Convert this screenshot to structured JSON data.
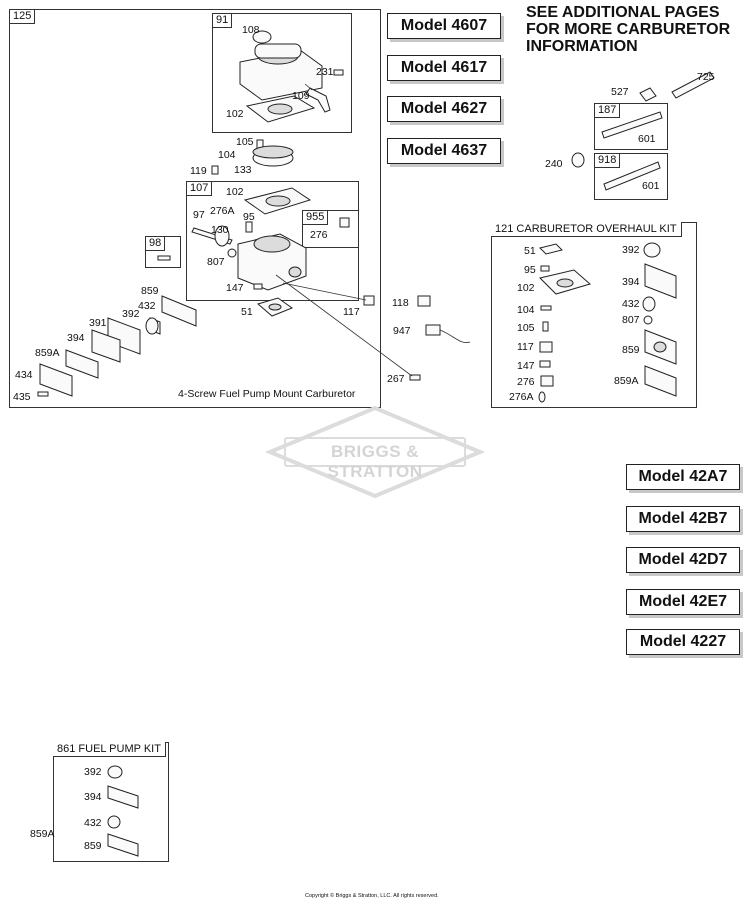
{
  "main_assembly": {
    "ref": "125",
    "caption": "4-Screw Fuel Pump Mount Carburetor",
    "sub_boxes": [
      {
        "ref": "91"
      },
      {
        "ref": "107"
      },
      {
        "ref": "955"
      },
      {
        "ref": "98"
      }
    ],
    "labels": {
      "p108": "108",
      "p231": "231",
      "p109": "109",
      "p102a": "102",
      "p105": "105",
      "p104": "104",
      "p133": "133",
      "p119": "119",
      "p102b": "102",
      "p97": "97",
      "p276A": "276A",
      "p95": "95",
      "p130": "130",
      "p276": "276",
      "p807": "807",
      "p147": "147",
      "p51": "51",
      "p117": "117",
      "p859": "859",
      "p432": "432",
      "p392": "392",
      "p391": "391",
      "p394": "394",
      "p859A": "859A",
      "p434": "434",
      "p435": "435",
      "p267": "267",
      "p118": "118",
      "p947": "947"
    }
  },
  "models_top": [
    "Model 4607",
    "Model 4617",
    "Model 4627",
    "Model 4637"
  ],
  "models_right": [
    "Model 42A7",
    "Model 42B7",
    "Model 42D7",
    "Model 42E7",
    "Model 4227"
  ],
  "notice": {
    "line1": "SEE ADDITIONAL PAGES",
    "line2": "FOR MORE CARBURETOR",
    "line3": "INFORMATION"
  },
  "line_assembly": {
    "refs": [
      "187",
      "918"
    ],
    "labels": {
      "p527": "527",
      "p725": "725",
      "p601a": "601",
      "p601b": "601",
      "p240": "240"
    }
  },
  "overhaul_kit": {
    "title": "121 CARBURETOR OVERHAUL KIT",
    "left_items": [
      "51",
      "95",
      "102",
      "104",
      "105",
      "117",
      "147",
      "276",
      "276A"
    ],
    "right_items": [
      "392",
      "394",
      "432",
      "807",
      "859",
      "859A"
    ]
  },
  "fuel_pump_kit": {
    "title": "861 FUEL PUMP KIT",
    "items": [
      "392",
      "394",
      "432",
      "859",
      "859A"
    ]
  },
  "logo": {
    "text": "BRIGGS & STRATTON"
  },
  "footer": {
    "copyright": "Copyright © Briggs & Stratton, LLC. All rights reserved."
  }
}
